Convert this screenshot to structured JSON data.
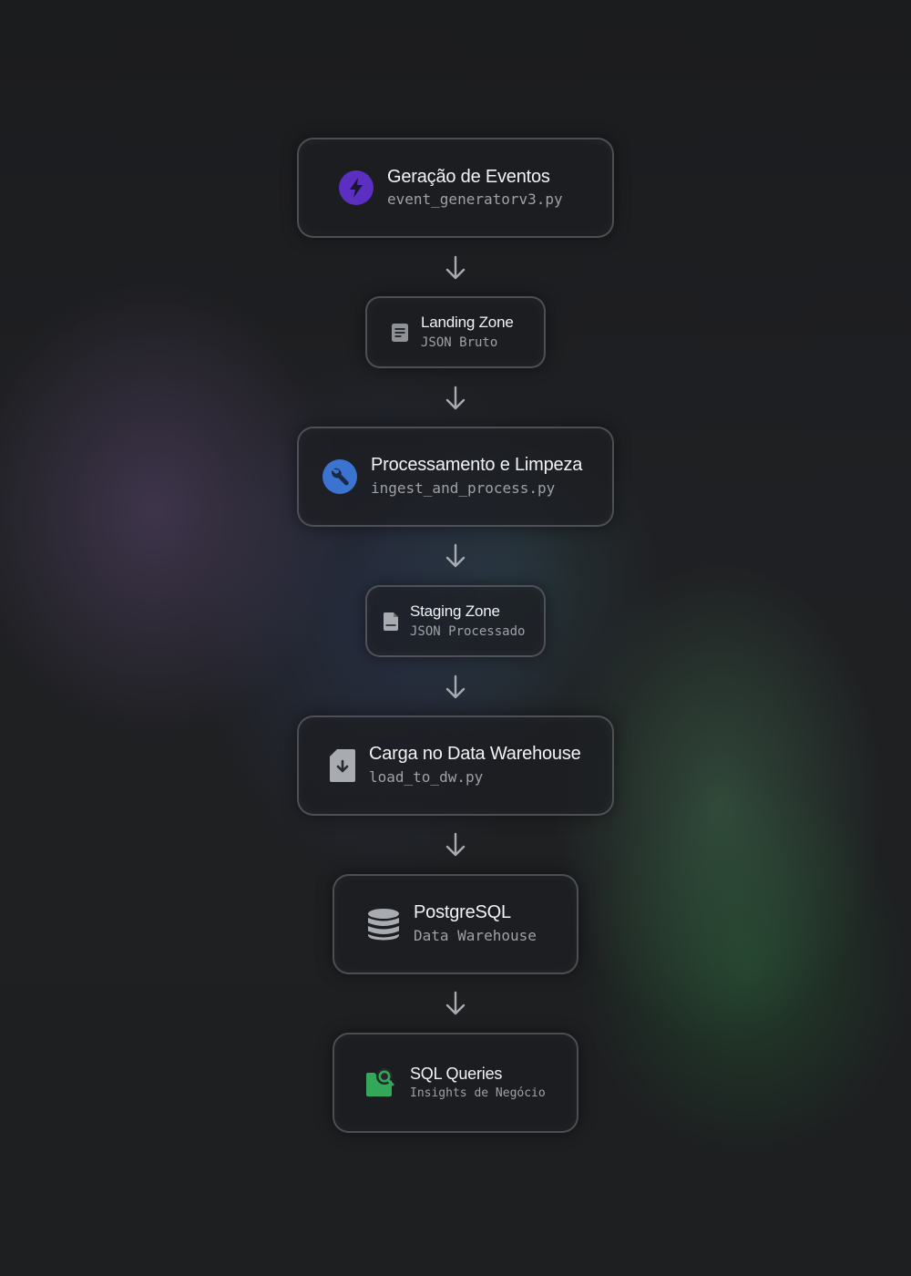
{
  "pipeline": {
    "steps": [
      {
        "title": "Geração de Eventos",
        "subtitle": "event_generatorv3.py",
        "icon": "bolt-icon",
        "icon_color": "#5a2fc2"
      },
      {
        "title": "Landing Zone",
        "subtitle": "JSON Bruto",
        "icon": "document-icon",
        "icon_color": "#8f9297"
      },
      {
        "title": "Processamento e Limpeza",
        "subtitle": "ingest_and_process.py",
        "icon": "wrench-icon",
        "icon_color": "#3b73d1"
      },
      {
        "title": "Staging Zone",
        "subtitle": "JSON Processado",
        "icon": "json-file-icon",
        "icon_color": "#a8abb0"
      },
      {
        "title": "Carga no Data Warehouse",
        "subtitle": "load_to_dw.py",
        "icon": "file-download-icon",
        "icon_color": "#a8abb0"
      },
      {
        "title": "PostgreSQL",
        "subtitle": "Data Warehouse",
        "icon": "database-icon",
        "icon_color": "#a8abb0"
      },
      {
        "title": "SQL Queries",
        "subtitle": "Insights de Negócio",
        "icon": "search-folder-icon",
        "icon_color": "#33a85a"
      }
    ],
    "arrow_color": "#a8abb0"
  }
}
